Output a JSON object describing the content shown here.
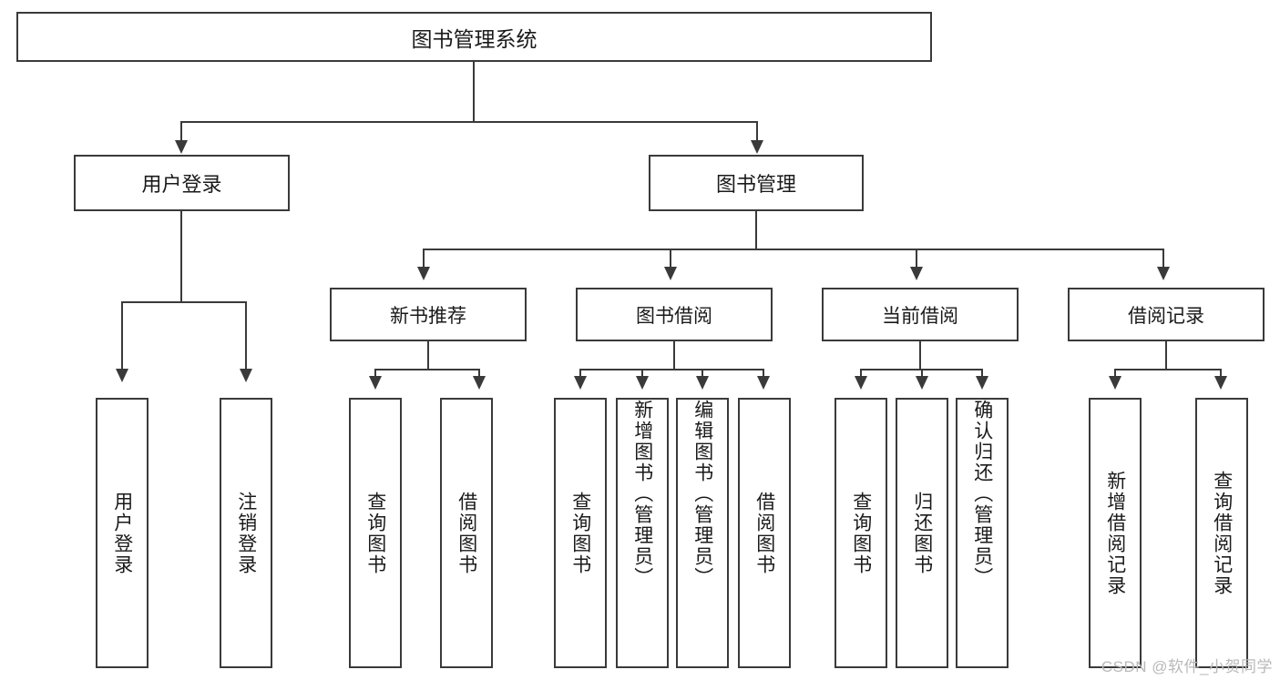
{
  "diagram": {
    "title": "图书管理系统",
    "type": "hierarchy-tree",
    "root": {
      "label": "图书管理系统"
    },
    "level1": [
      {
        "label": "用户登录"
      },
      {
        "label": "图书管理"
      }
    ],
    "level2": [
      {
        "label": "新书推荐"
      },
      {
        "label": "图书借阅"
      },
      {
        "label": "当前借阅"
      },
      {
        "label": "借阅记录"
      }
    ],
    "leaves": {
      "user_login": [
        {
          "label": "用户登录"
        },
        {
          "label": "注销登录"
        }
      ],
      "new_book_recommend": [
        {
          "label": "查询图书"
        },
        {
          "label": "借阅图书"
        }
      ],
      "book_borrow": [
        {
          "label": "查询图书"
        },
        {
          "label": "新增图书（管理员）"
        },
        {
          "label": "编辑图书（管理员）"
        },
        {
          "label": "借阅图书"
        }
      ],
      "current_borrow": [
        {
          "label": "查询图书"
        },
        {
          "label": "归还图书"
        },
        {
          "label": "确认归还（管理员）"
        }
      ],
      "borrow_record": [
        {
          "label": "新增借阅记录"
        },
        {
          "label": "查询借阅记录"
        }
      ]
    }
  },
  "watermark": {
    "text": "CSDN @软件_小贺同学"
  },
  "colors": {
    "stroke": "#3a3a3a",
    "background": "#ffffff",
    "text": "#1a1a1a",
    "watermark": "#b9b9b9"
  }
}
